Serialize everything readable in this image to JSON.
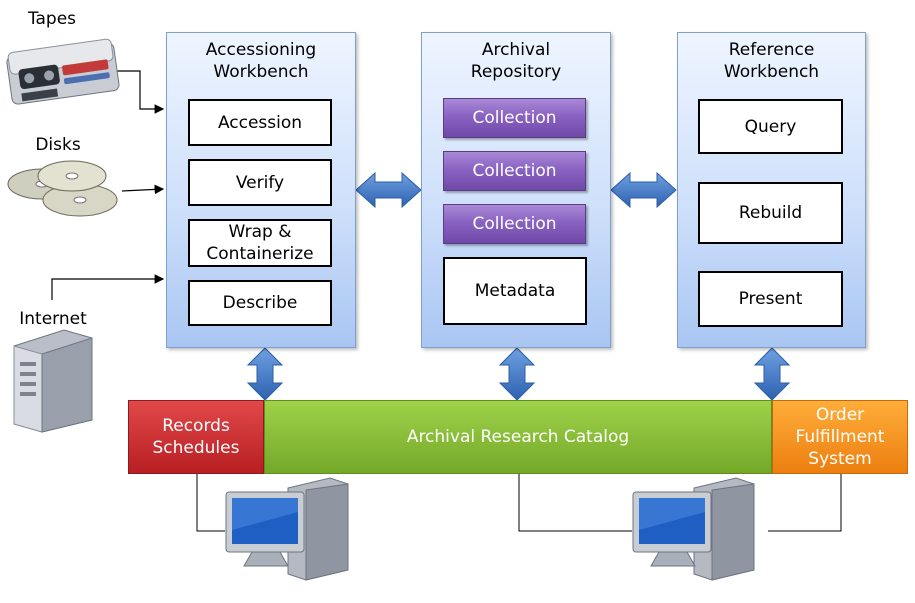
{
  "sources": {
    "tapes": "Tapes",
    "disks": "Disks",
    "internet": "Internet"
  },
  "accessioning": {
    "title_line1": "Accessioning",
    "title_line2": "Workbench",
    "steps": [
      "Accession",
      "Verify",
      "Wrap &",
      "Containerize",
      "Describe"
    ]
  },
  "repository": {
    "title_line1": "Archival",
    "title_line2": "Repository",
    "collections": [
      "Collection",
      "Collection",
      "Collection"
    ],
    "metadata": "Metadata"
  },
  "reference": {
    "title_line1": "Reference",
    "title_line2": "Workbench",
    "steps": [
      "Query",
      "Rebuild",
      "Present"
    ]
  },
  "bottom": {
    "records_line1": "Records",
    "records_line2": "Schedules",
    "catalog": "Archival Research Catalog",
    "order_line1": "Order",
    "order_line2": "Fulfillment",
    "order_line3": "System"
  },
  "colors": {
    "records": "#c7282b",
    "catalog": "#7fb52c",
    "order": "#f08a18",
    "arrow": "#3f78c4",
    "collection": "#8a62c2"
  }
}
